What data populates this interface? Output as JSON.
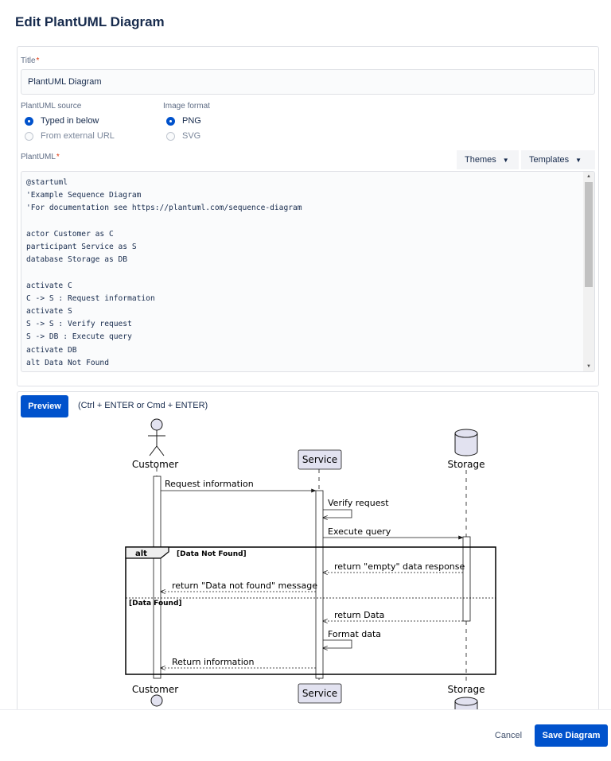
{
  "dialog": {
    "title": "Edit PlantUML Diagram"
  },
  "form": {
    "title_label": "Title",
    "required_mark": "*",
    "title_value": "PlantUML Diagram",
    "source_label": "PlantUML source",
    "source_options": [
      "Typed in below",
      "From external URL"
    ],
    "source_selected": "Typed in below",
    "format_label": "Image format",
    "format_options": [
      "PNG",
      "SVG"
    ],
    "format_selected": "PNG",
    "plantuml_label": "PlantUML",
    "themes_label": "Themes",
    "templates_label": "Templates",
    "code": "@startuml\n'Example Sequence Diagram\n'For documentation see https://plantuml.com/sequence-diagram\n\nactor Customer as C\nparticipant Service as S\ndatabase Storage as DB\n\nactivate C\nC -> S : Request information\nactivate S\nS -> S : Verify request\nS -> DB : Execute query\nactivate DB\nalt Data Not Found\n  DB --> S : return \"empty\" data response\n  S --> C : return \"Data not found\" message\nelse Data Found\n  DB --> S : return Data\n  deactivate DB\n  S -> S : Format data\n  S --> C : Return information\nend\n@enduml"
  },
  "preview": {
    "button_label": "Preview",
    "shortcut_hint": "(Ctrl + ENTER or Cmd + ENTER)",
    "diagram": {
      "participants": {
        "customer": "Customer",
        "service": "Service",
        "storage": "Storage"
      },
      "messages": {
        "m1": "Request information",
        "m2": "Verify request",
        "m3": "Execute query",
        "m4": "return \"empty\" data response",
        "m5": "return \"Data not found\" message",
        "m6": "return Data",
        "m7": "Format data",
        "m8": "Return information"
      },
      "fragment": {
        "keyword": "alt",
        "guard1": "[Data Not Found]",
        "guard2": "[Data Found]"
      }
    }
  },
  "footer": {
    "cancel_label": "Cancel",
    "save_label": "Save Diagram"
  },
  "colors": {
    "primary": "#0052cc",
    "participant_fill": "#e2e2f0",
    "required": "#de350b"
  }
}
